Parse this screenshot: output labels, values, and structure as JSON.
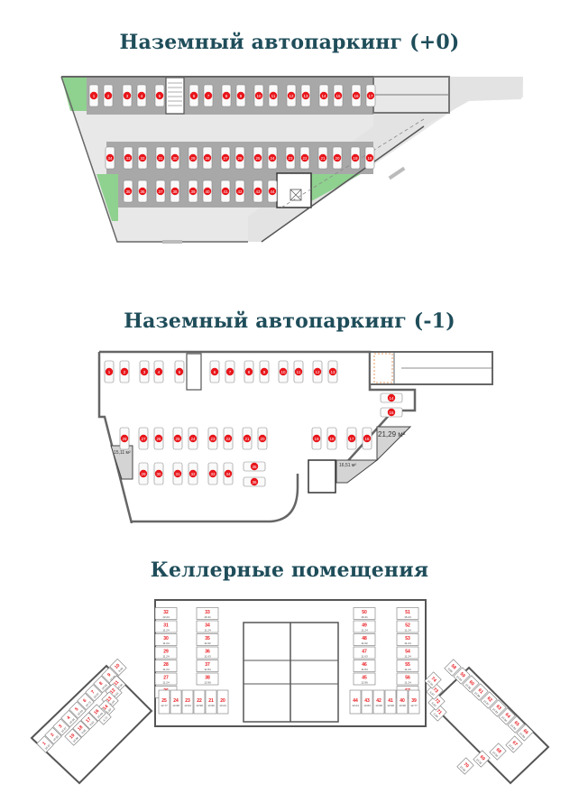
{
  "sections": [
    {
      "title": "Наземный автопаркинг (+0)"
    },
    {
      "title": "Наземный автопаркинг (-1)"
    },
    {
      "title": "Келлерные помещения"
    }
  ],
  "colors": {
    "title": "#1f4d5a",
    "spot_marker": "#e8161b",
    "parking_floor": "#a6a6a6",
    "driveway": "#e6e6e6",
    "green_area": "#8fd18f",
    "wall": "#5a5a5a",
    "room_label": "#e8161b"
  },
  "level0": {
    "row_top": [
      "1",
      "2",
      "3",
      "4",
      "5",
      "6",
      "7",
      "8",
      "9",
      "10",
      "11",
      "12",
      "13",
      "14",
      "15",
      "16",
      "17"
    ],
    "row_mid": [
      "34",
      "33",
      "32",
      "31",
      "30",
      "29",
      "28",
      "27",
      "26",
      "25",
      "24",
      "23",
      "22",
      "21",
      "20",
      "19",
      "18"
    ],
    "row_bot": [
      "35",
      "36",
      "37",
      "38",
      "39",
      "40",
      "41",
      "42",
      "43",
      "44"
    ]
  },
  "level_minus1": {
    "row_top": [
      "1",
      "2",
      "3",
      "4",
      "5",
      "6",
      "7",
      "8",
      "9",
      "10",
      "11",
      "12",
      "13"
    ],
    "side": [
      "14",
      "15"
    ],
    "row_mid_left": [
      "28",
      "27",
      "26",
      "25",
      "24",
      "23",
      "22",
      "21",
      "20"
    ],
    "row_mid_right": [
      "19",
      "18",
      "17",
      "16"
    ],
    "row_bot": [
      "29",
      "30",
      "31",
      "32",
      "33",
      "34"
    ],
    "row_bot_horizontal": [
      "35",
      "36"
    ],
    "area_labels": [
      "21,29 м²",
      "16,51 м²",
      "15,11 м²"
    ]
  },
  "cellar": {
    "left_wing": [
      {
        "n": "1",
        "a": "10.87"
      },
      {
        "n": "2",
        "a": "10.93"
      },
      {
        "n": "3",
        "a": "10.87"
      },
      {
        "n": "4",
        "a": "10.94"
      },
      {
        "n": "5",
        "a": "10.83"
      },
      {
        "n": "6",
        "a": "10.72"
      },
      {
        "n": "7",
        "a": "10.87"
      },
      {
        "n": "8",
        "a": "10.84"
      },
      {
        "n": "9",
        "a": "10.89"
      },
      {
        "n": "10",
        "a": "9.88"
      },
      {
        "n": "11",
        "a": "10.54"
      },
      {
        "n": "12",
        "a": "8.83"
      },
      {
        "n": "13",
        "a": "5.84"
      },
      {
        "n": "14",
        "a": "5.89"
      },
      {
        "n": "15",
        "a": "8.72"
      },
      {
        "n": "16",
        "a": "10.69"
      },
      {
        "n": "17",
        "a": "9.83"
      },
      {
        "n": "18",
        "a": "9.85"
      },
      {
        "n": "19",
        "a": "10.96"
      }
    ],
    "center_left_bottom": [
      {
        "n": "25",
        "a": "12.77"
      },
      {
        "n": "24",
        "a": "13.98"
      },
      {
        "n": "23",
        "a": "13.94"
      },
      {
        "n": "22",
        "a": "13.98"
      },
      {
        "n": "21",
        "a": "13.96"
      },
      {
        "n": "20",
        "a": "13.24"
      }
    ],
    "center_left_column_left": [
      {
        "n": "32",
        "a": "13.24"
      },
      {
        "n": "31",
        "a": "11.24"
      },
      {
        "n": "30",
        "a": "11.24"
      },
      {
        "n": "29",
        "a": "11.24"
      },
      {
        "n": "28",
        "a": "11.24"
      },
      {
        "n": "27",
        "a": "11.24"
      },
      {
        "n": "26",
        "a": "13.21"
      }
    ],
    "center_left_column_right": [
      {
        "n": "33",
        "a": "16.31"
      },
      {
        "n": "34",
        "a": "11.24"
      },
      {
        "n": "35",
        "a": "11.62"
      },
      {
        "n": "36",
        "a": "11.63"
      },
      {
        "n": "37",
        "a": "11.84"
      },
      {
        "n": "38",
        "a": "12.96"
      }
    ],
    "center_right_column_left": [
      {
        "n": "50",
        "a": "16.31"
      },
      {
        "n": "49",
        "a": "11.24"
      },
      {
        "n": "48",
        "a": "11.62"
      },
      {
        "n": "47",
        "a": "11.63"
      },
      {
        "n": "46",
        "a": "11.84"
      },
      {
        "n": "45",
        "a": "12.96"
      }
    ],
    "center_right_column_right": [
      {
        "n": "51",
        "a": "16.24"
      },
      {
        "n": "52",
        "a": "11.24"
      },
      {
        "n": "53",
        "a": "11.24"
      },
      {
        "n": "54",
        "a": "11.24"
      },
      {
        "n": "55",
        "a": "11.24"
      },
      {
        "n": "56",
        "a": "11.24"
      },
      {
        "n": "57",
        "a": "13.21"
      }
    ],
    "center_right_bottom": [
      {
        "n": "44",
        "a": "13.24"
      },
      {
        "n": "43",
        "a": "13.84"
      },
      {
        "n": "42",
        "a": "13.98"
      },
      {
        "n": "41",
        "a": "13.98"
      },
      {
        "n": "40",
        "a": "13.98"
      },
      {
        "n": "39",
        "a": "12.77"
      }
    ],
    "right_wing": [
      {
        "n": "58",
        "a": "9.88"
      },
      {
        "n": "59",
        "a": "10.83"
      },
      {
        "n": "60",
        "a": "10.82"
      },
      {
        "n": "61",
        "a": "10.88"
      },
      {
        "n": "62",
        "a": "10.87"
      },
      {
        "n": "63",
        "a": "10.83"
      },
      {
        "n": "64",
        "a": "10.94"
      },
      {
        "n": "65",
        "a": "10.85"
      },
      {
        "n": "66",
        "a": "10.89"
      },
      {
        "n": "67",
        "a": "10.62"
      },
      {
        "n": "68",
        "a": "10.95"
      },
      {
        "n": "69",
        "a": "10.52"
      },
      {
        "n": "70",
        "a": "10.62"
      },
      {
        "n": "71",
        "a": "5.89"
      },
      {
        "n": "72",
        "a": "6.83"
      },
      {
        "n": "73",
        "a": "6.87"
      },
      {
        "n": "74",
        "a": "10.54"
      }
    ]
  }
}
